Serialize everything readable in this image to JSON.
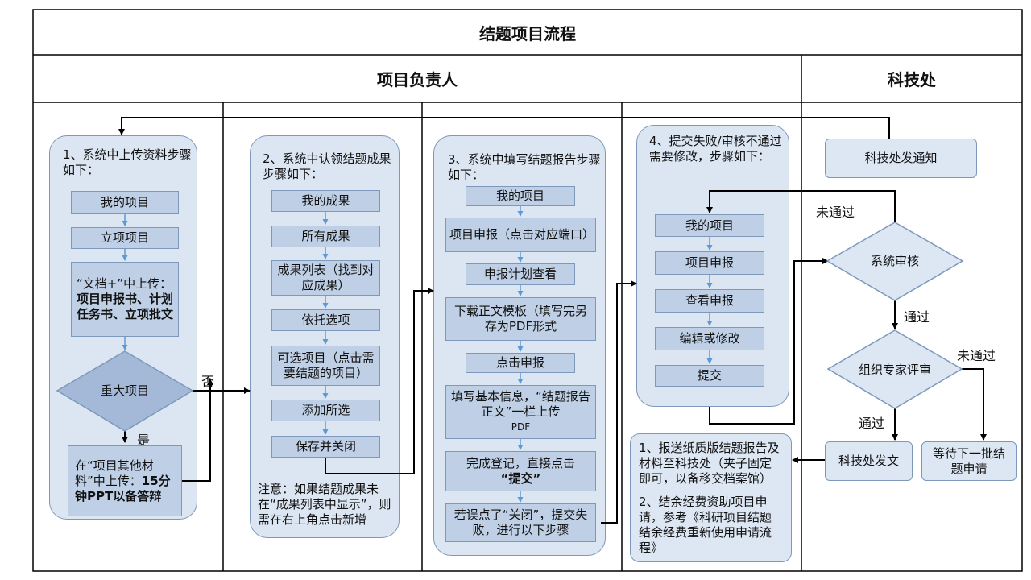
{
  "title": "结题项目流程",
  "lanes": {
    "leader": "项目负责人",
    "office": "科技处"
  },
  "col1": {
    "heading": "1、系统中上传资料步骤如下：",
    "steps": [
      "我的项目",
      "立项项目"
    ],
    "upload_prefix": "“文档+”中上传：",
    "upload_bold": "项目申报书、计划任务书、立项批文",
    "decision": "重大项目",
    "yes": "是",
    "no": "否",
    "major_prefix": "在“项目其他材料”中上传：",
    "major_bold": "15分钟PPT以备答辩"
  },
  "col2": {
    "heading": "2、系统中认领结题成果步骤如下：",
    "steps": [
      "我的成果",
      "所有成果",
      "成果列表（找到对应成果）",
      "依托选项",
      "可选项目（点击需要结题的项目）",
      "添加所选",
      "保存并关闭"
    ],
    "note": "注意：如果结题成果未在“成果列表中显示”，则需在右上角点击新增"
  },
  "col3": {
    "heading": "3、系统中填写结题报告步骤如下：",
    "steps": [
      "我的项目",
      "项目申报（点击对应端口）",
      "申报计划查看",
      "下载正文模板（填写完另存为PDF形式",
      "点击申报"
    ],
    "fill_line1": "填写基本信息，“结题报告正文”一栏上传",
    "fill_line2": "PDF",
    "submit_line1": "完成登记，直接点击",
    "submit_bold": "“提交”",
    "fail": "若误点了“关闭”，提交失败，进行以下步骤"
  },
  "col4": {
    "heading": "4、提交失败/审核不通过需要修改，步骤如下：",
    "steps": [
      "我的项目",
      "项目申报",
      "查看申报",
      "编辑或修改",
      "提交"
    ]
  },
  "office": {
    "notice": "科技处发通知",
    "system_review": "系统审核",
    "not_passed_1": "未通过",
    "passed": "通过",
    "expert_review": "组织专家评审",
    "not_passed_2": "未通过",
    "passed_2": "通过",
    "issue": "科技处发文",
    "wait": "等待下一批结题申请",
    "final_1": "1、报送纸质版结题报告及材料至科技处（夹子固定即可，以备移交档案馆）",
    "final_2": "2、结余经费资助项目申请，参考《科研项目结题结余经费重新使用申请流程》"
  }
}
